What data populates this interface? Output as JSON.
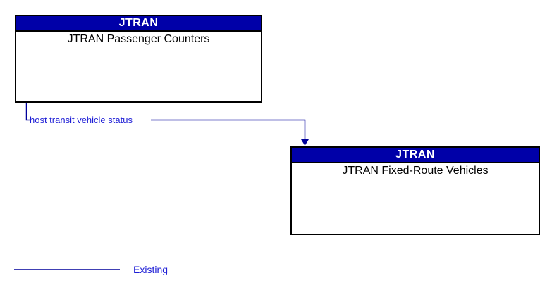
{
  "diagram": {
    "type": "interconnect-flow-diagram"
  },
  "boxes": [
    {
      "header": "JTRAN",
      "name": "JTRAN Passenger Counters"
    },
    {
      "header": "JTRAN",
      "name": "JTRAN Fixed-Route Vehicles"
    }
  ],
  "flow": {
    "label": "host transit vehicle status",
    "from": "JTRAN Passenger Counters",
    "to": "JTRAN Fixed-Route Vehicles"
  },
  "legend": {
    "label": "Existing"
  },
  "colors": {
    "header_bg": "#0000A8",
    "header_text": "#FFFFFF",
    "body_text": "#000000",
    "box_border": "#000000",
    "flow_line": "#00009B",
    "label_text": "#1F1FD6",
    "background": "#FFFFFF"
  }
}
